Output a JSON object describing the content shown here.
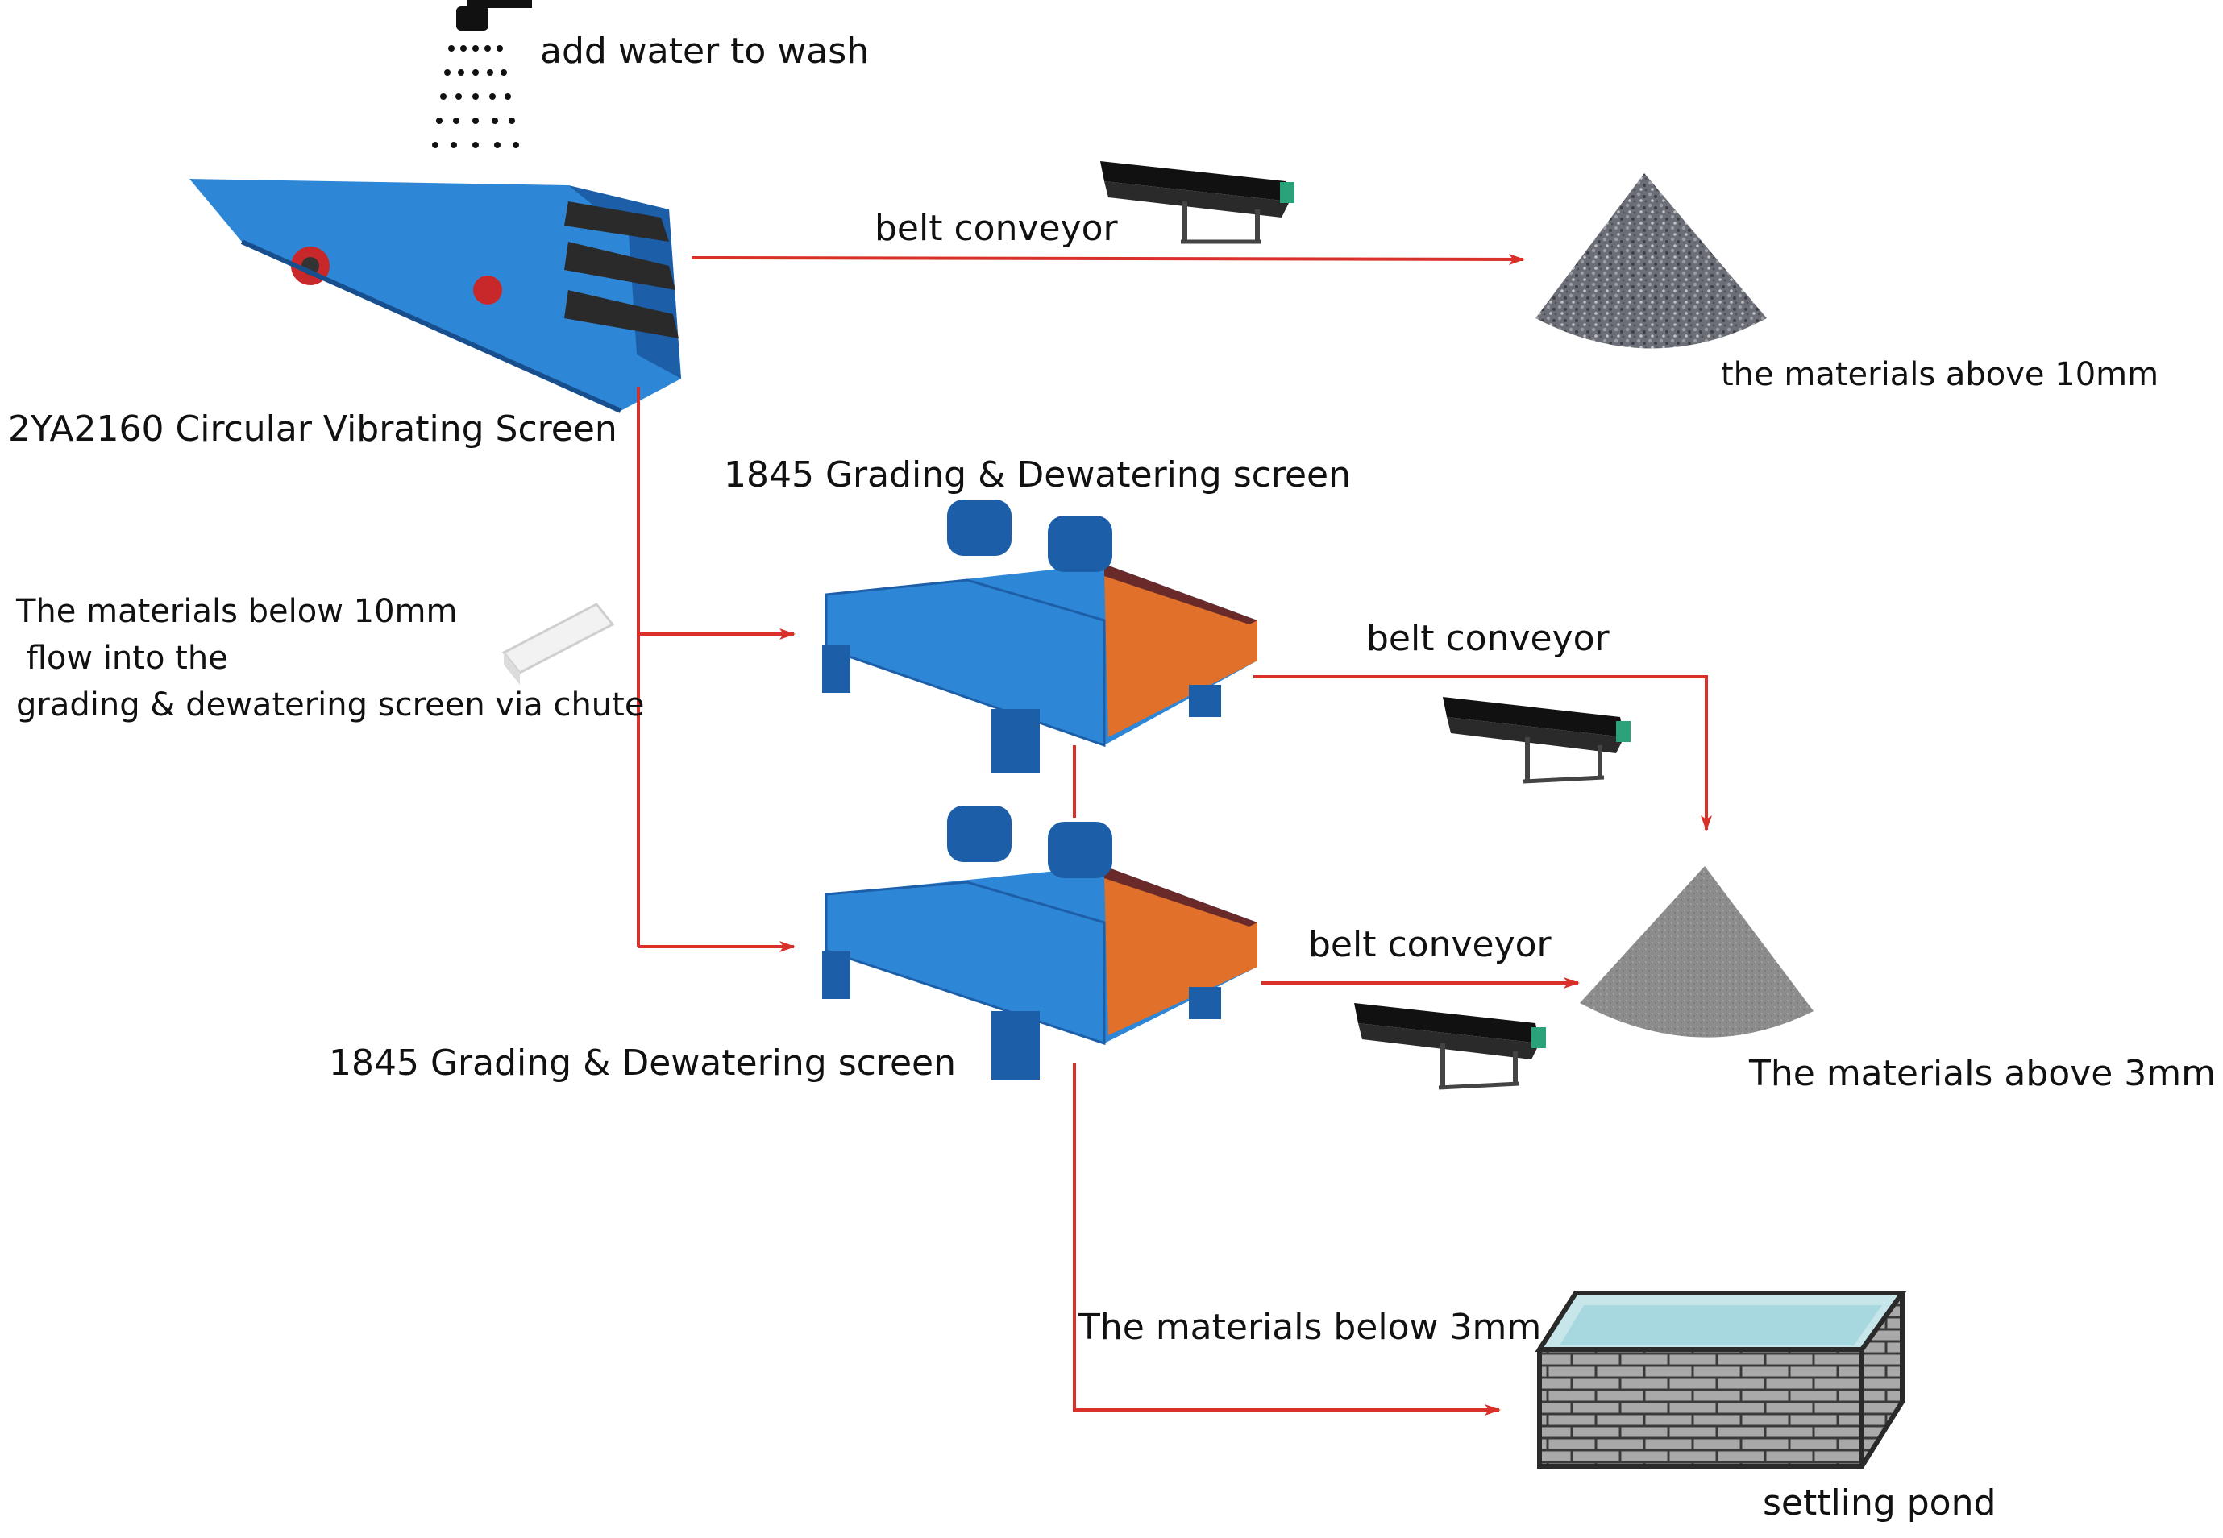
{
  "labels": {
    "water": "add water to wash",
    "vibrating_screen": "2YA2160 Circular Vibrating Screen",
    "belt_top": "belt conveyor",
    "above_10mm": "the materials above 10mm",
    "grading_top": "1845 Grading & Dewatering screen",
    "below_10mm_line1": "The materials below 10mm",
    "below_10mm_line2": " flow into the",
    "below_10mm_line3": "grading & dewatering screen via chute",
    "belt_mid": "belt conveyor",
    "belt_low": "belt conveyor",
    "grading_bottom": "1845 Grading & Dewatering screen",
    "above_3mm": "The materials above 3mm",
    "below_3mm": "The materials below 3mm",
    "settling_pond": "settling pond"
  },
  "colors": {
    "arrow": "#d9302a",
    "screen_blue": "#2e86d6",
    "screen_dark": "#1c5fa8",
    "deck_orange": "#e0702a",
    "gravel_dark": "#5a5d66",
    "sand_grey": "#8a8a8a",
    "brick": "#9a9a9a"
  },
  "icons": {
    "water": "shower-head-icon",
    "conveyor": "belt-conveyor-icon",
    "pile": "material-pile-icon",
    "pond": "brick-settling-pond-icon",
    "chute": "chute-icon"
  }
}
